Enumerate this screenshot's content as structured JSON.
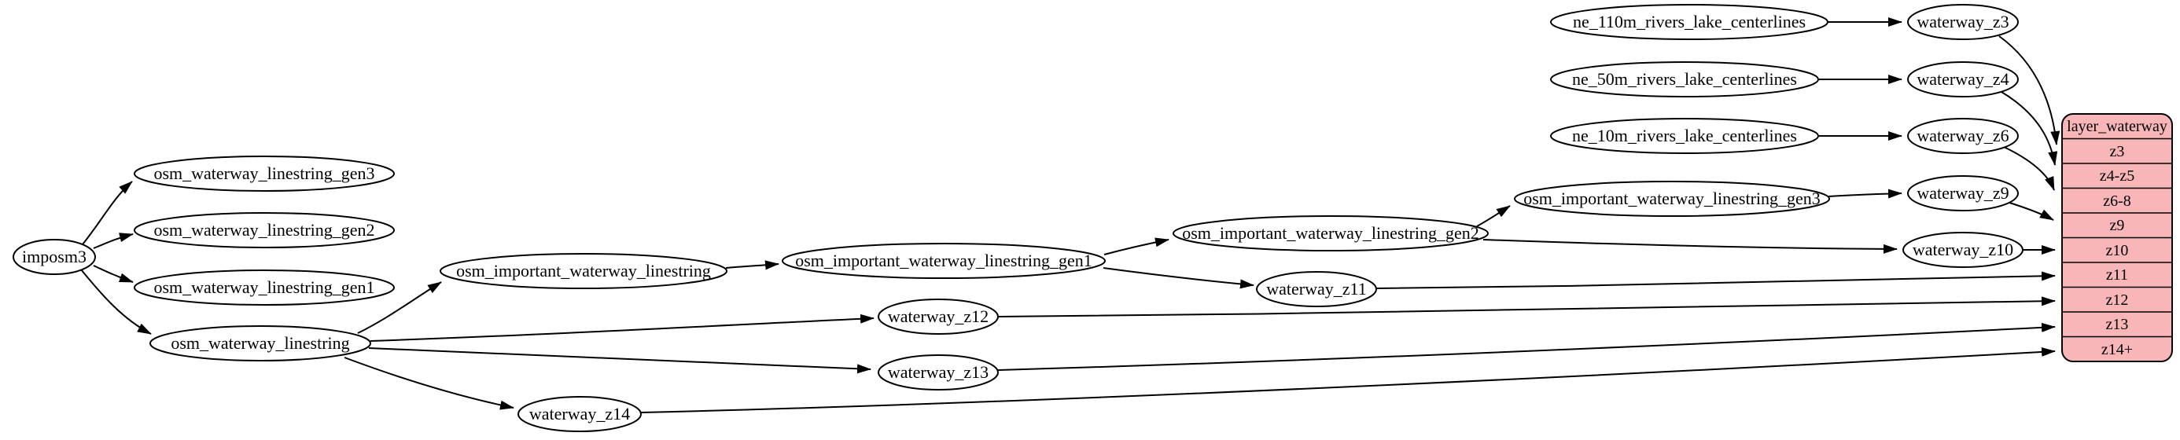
{
  "diagram": {
    "type": "etl-graph",
    "nodes": {
      "imposm3": "imposm3",
      "osm_waterway_linestring_gen3": "osm_waterway_linestring_gen3",
      "osm_waterway_linestring_gen2": "osm_waterway_linestring_gen2",
      "osm_waterway_linestring_gen1": "osm_waterway_linestring_gen1",
      "osm_waterway_linestring": "osm_waterway_linestring",
      "osm_important_waterway_linestring": "osm_important_waterway_linestring",
      "osm_important_waterway_linestring_gen1": "osm_important_waterway_linestring_gen1",
      "osm_important_waterway_linestring_gen2": "osm_important_waterway_linestring_gen2",
      "osm_important_waterway_linestring_gen3": "osm_important_waterway_linestring_gen3",
      "ne_110m_rivers_lake_centerlines": "ne_110m_rivers_lake_centerlines",
      "ne_50m_rivers_lake_centerlines": "ne_50m_rivers_lake_centerlines",
      "ne_10m_rivers_lake_centerlines": "ne_10m_rivers_lake_centerlines",
      "waterway_z3": "waterway_z3",
      "waterway_z4": "waterway_z4",
      "waterway_z6": "waterway_z6",
      "waterway_z9": "waterway_z9",
      "waterway_z10": "waterway_z10",
      "waterway_z11": "waterway_z11",
      "waterway_z12": "waterway_z12",
      "waterway_z13": "waterway_z13",
      "waterway_z14": "waterway_z14"
    },
    "record": {
      "title": "layer_waterway",
      "rows": [
        "z3",
        "z4-z5",
        "z6-8",
        "z9",
        "z10",
        "z11",
        "z12",
        "z13",
        "z14+"
      ]
    },
    "edges": [
      {
        "from": "imposm3",
        "to": "osm_waterway_linestring_gen3"
      },
      {
        "from": "imposm3",
        "to": "osm_waterway_linestring_gen2"
      },
      {
        "from": "imposm3",
        "to": "osm_waterway_linestring_gen1"
      },
      {
        "from": "imposm3",
        "to": "osm_waterway_linestring"
      },
      {
        "from": "osm_waterway_linestring",
        "to": "osm_important_waterway_linestring"
      },
      {
        "from": "osm_waterway_linestring",
        "to": "waterway_z12"
      },
      {
        "from": "osm_waterway_linestring",
        "to": "waterway_z13"
      },
      {
        "from": "osm_waterway_linestring",
        "to": "waterway_z14"
      },
      {
        "from": "osm_important_waterway_linestring",
        "to": "osm_important_waterway_linestring_gen1"
      },
      {
        "from": "osm_important_waterway_linestring_gen1",
        "to": "osm_important_waterway_linestring_gen2"
      },
      {
        "from": "osm_important_waterway_linestring_gen1",
        "to": "waterway_z11"
      },
      {
        "from": "osm_important_waterway_linestring_gen2",
        "to": "osm_important_waterway_linestring_gen3"
      },
      {
        "from": "osm_important_waterway_linestring_gen2",
        "to": "waterway_z10"
      },
      {
        "from": "osm_important_waterway_linestring_gen3",
        "to": "waterway_z9"
      },
      {
        "from": "ne_110m_rivers_lake_centerlines",
        "to": "waterway_z3"
      },
      {
        "from": "ne_50m_rivers_lake_centerlines",
        "to": "waterway_z4"
      },
      {
        "from": "ne_10m_rivers_lake_centerlines",
        "to": "waterway_z6"
      },
      {
        "from": "waterway_z3",
        "to": "layer_waterway:z3"
      },
      {
        "from": "waterway_z4",
        "to": "layer_waterway:z4-z5"
      },
      {
        "from": "waterway_z6",
        "to": "layer_waterway:z6-8"
      },
      {
        "from": "waterway_z9",
        "to": "layer_waterway:z9"
      },
      {
        "from": "waterway_z10",
        "to": "layer_waterway:z10"
      },
      {
        "from": "waterway_z11",
        "to": "layer_waterway:z11"
      },
      {
        "from": "waterway_z12",
        "to": "layer_waterway:z12"
      },
      {
        "from": "waterway_z13",
        "to": "layer_waterway:z13"
      },
      {
        "from": "waterway_z14",
        "to": "layer_waterway:z14+"
      }
    ],
    "colors": {
      "background": "#ffffff",
      "node_fill": "#ffffff",
      "node_stroke": "#000000",
      "edge_stroke": "#000000",
      "record_fill": "#f8b6b9",
      "text": "#000000"
    }
  }
}
